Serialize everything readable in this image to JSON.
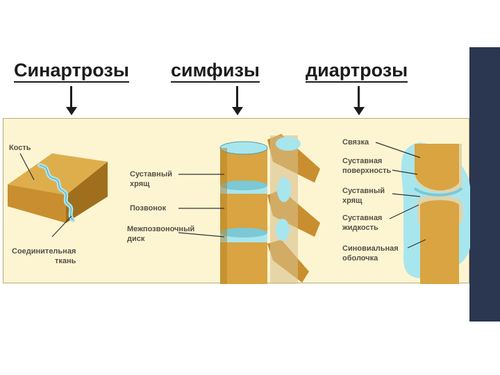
{
  "headings": {
    "synarthroses": "Синартрозы",
    "symphyses": "симфизы",
    "diarthroses": "диартрозы"
  },
  "labels": {
    "bone": "Кость",
    "connective_tissue_1": "Соединительная",
    "connective_tissue_2": "ткань",
    "articular_cartilage_1": "Суставный",
    "articular_cartilage_2": "хрящ",
    "vertebra": "Позвонок",
    "disc_1": "Межпозвоночный",
    "disc_2": "диск",
    "ligament": "Связка",
    "surface_1": "Суставная",
    "surface_2": "поверхность",
    "joint_cartilage_1": "Суставный",
    "joint_cartilage_2": "хрящ",
    "fluid_1": "Суставная",
    "fluid_2": "жидкость",
    "synovial_1": "Синовиальная",
    "synovial_2": "оболочка"
  },
  "colors": {
    "bone": "#d9a441",
    "bone_dark": "#b47f24",
    "cartilage": "#a8e6ee",
    "panel": "#fdf5d2",
    "side_bar": "#2b3750"
  }
}
